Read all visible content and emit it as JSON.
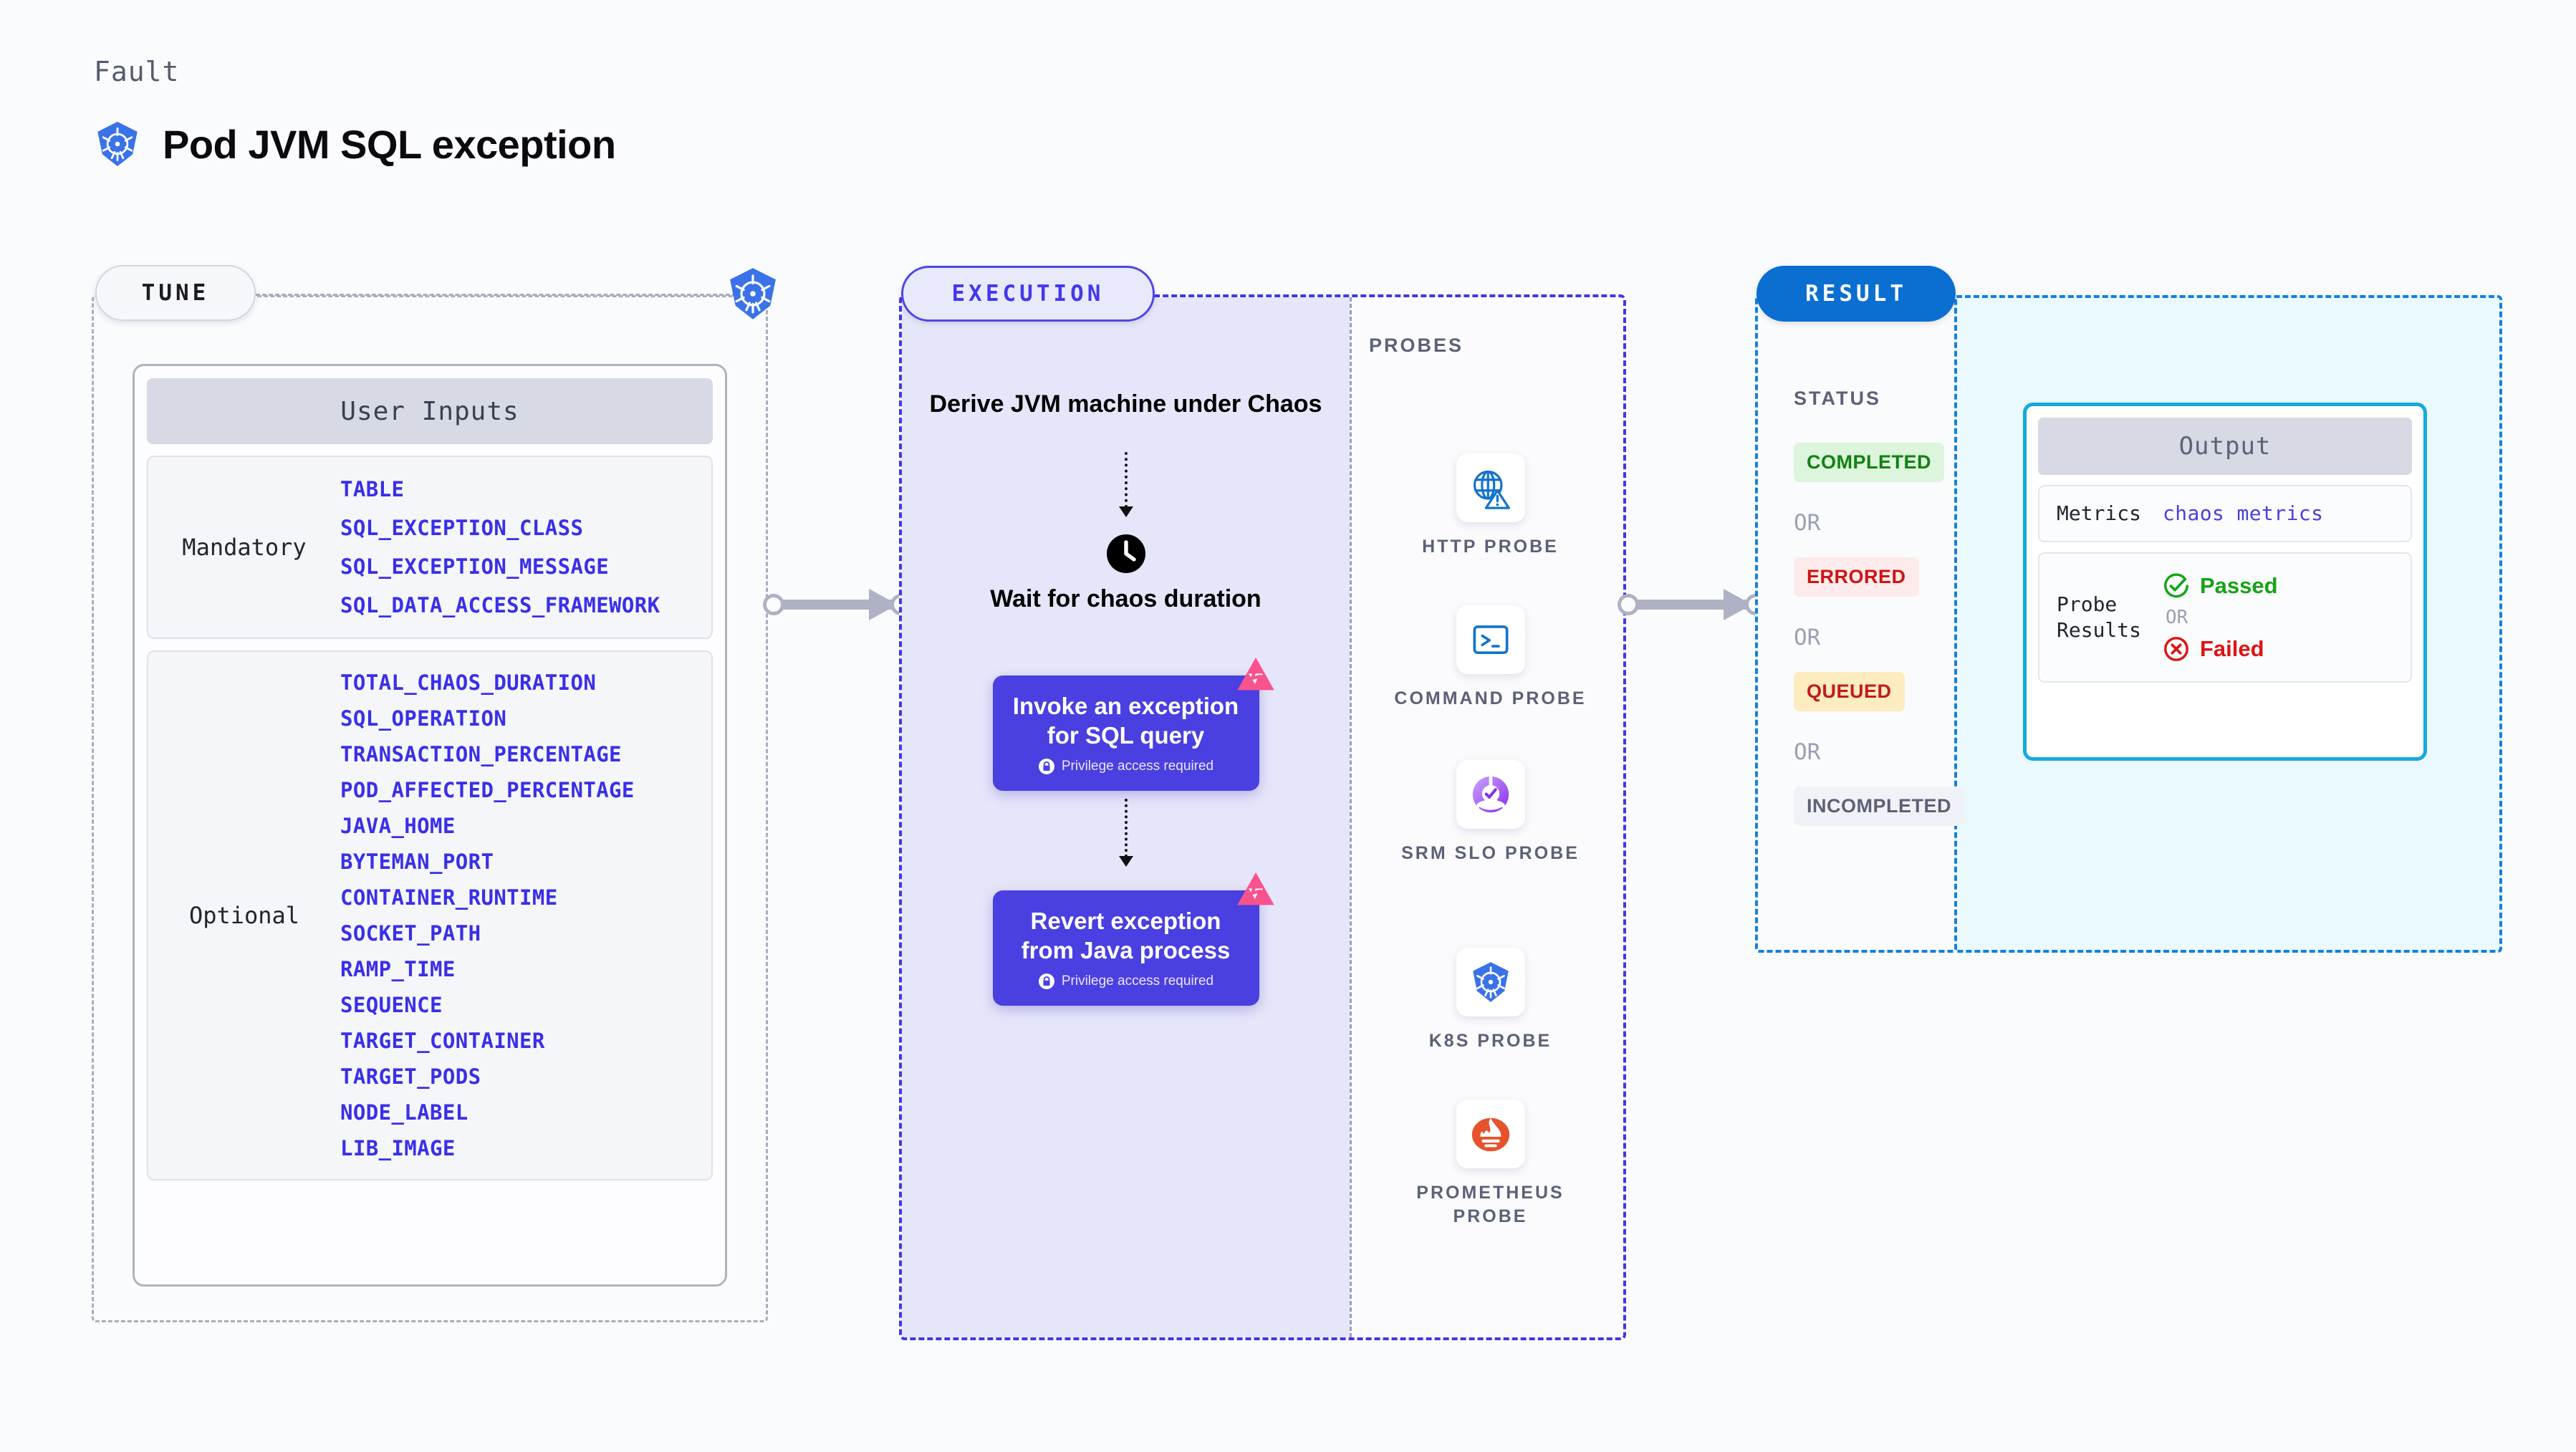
{
  "header": {
    "eyebrow": "Fault",
    "title": "Pod JVM SQL exception",
    "icon": "kubernetes-icon"
  },
  "tune": {
    "pill_label": "TUNE",
    "edge_icon": "kubernetes-icon",
    "card_title": "User Inputs",
    "groups": [
      {
        "legend": "Mandatory",
        "params": [
          "TABLE",
          "SQL_EXCEPTION_CLASS",
          "SQL_EXCEPTION_MESSAGE",
          "SQL_DATA_ACCESS_FRAMEWORK"
        ]
      },
      {
        "legend": "Optional",
        "params": [
          "TOTAL_CHAOS_DURATION",
          "SQL_OPERATION",
          "TRANSACTION_PERCENTAGE",
          "POD_AFFECTED_PERCENTAGE",
          "JAVA_HOME",
          "BYTEMAN_PORT",
          "CONTAINER_RUNTIME",
          "SOCKET_PATH",
          "RAMP_TIME",
          "SEQUENCE",
          "TARGET_CONTAINER",
          "TARGET_PODS",
          "NODE_LABEL",
          "LIB_IMAGE"
        ]
      }
    ]
  },
  "execution": {
    "pill_label": "EXECUTION",
    "step_derive": "Derive JVM machine under Chaos",
    "step_wait": "Wait for chaos duration",
    "wait_icon": "clock-icon",
    "boxes": [
      {
        "title": "Invoke an exception for SQL query",
        "badge": "Privilege access required",
        "badge_icon": "lock-icon",
        "corner_icon": "litmus-chaos-icon"
      },
      {
        "title": "Revert exception from Java process",
        "badge": "Privilege access required",
        "badge_icon": "lock-icon",
        "corner_icon": "litmus-chaos-icon"
      }
    ]
  },
  "probes": {
    "title": "PROBES",
    "items": [
      {
        "label": "HTTP PROBE",
        "icon": "globe-warning-icon"
      },
      {
        "label": "COMMAND PROBE",
        "icon": "terminal-icon"
      },
      {
        "label": "SRM SLO PROBE",
        "icon": "srm-slo-icon"
      },
      {
        "label": "K8S PROBE",
        "icon": "kubernetes-icon"
      },
      {
        "label": "PROMETHEUS PROBE",
        "icon": "prometheus-icon"
      }
    ]
  },
  "result": {
    "pill_label": "RESULT",
    "status_title": "STATUS",
    "or_label": "OR",
    "statuses": [
      {
        "label": "COMPLETED",
        "bg": "#dcf5dc",
        "fg": "#128012"
      },
      {
        "label": "ERRORED",
        "bg": "#fdeaea",
        "fg": "#cc1414"
      },
      {
        "label": "QUEUED",
        "bg": "#fdecbf",
        "fg": "#c21a1a"
      },
      {
        "label": "INCOMPLETED",
        "bg": "#f1f2f7",
        "fg": "#5c6178"
      }
    ],
    "output": {
      "title": "Output",
      "metrics_key": "Metrics",
      "metrics_value": "chaos metrics",
      "probe_key": "Probe Results",
      "passed_label": "Passed",
      "passed_icon": "check-circle-icon",
      "or_label": "OR",
      "failed_label": "Failed",
      "failed_icon": "x-circle-icon"
    }
  },
  "colors": {
    "accent_indigo": "#4a3fe0",
    "accent_blue": "#0a6fd1",
    "accent_cyan": "#15a9e0",
    "param_blue": "#3a2fe8",
    "pink": "#f9538f"
  }
}
